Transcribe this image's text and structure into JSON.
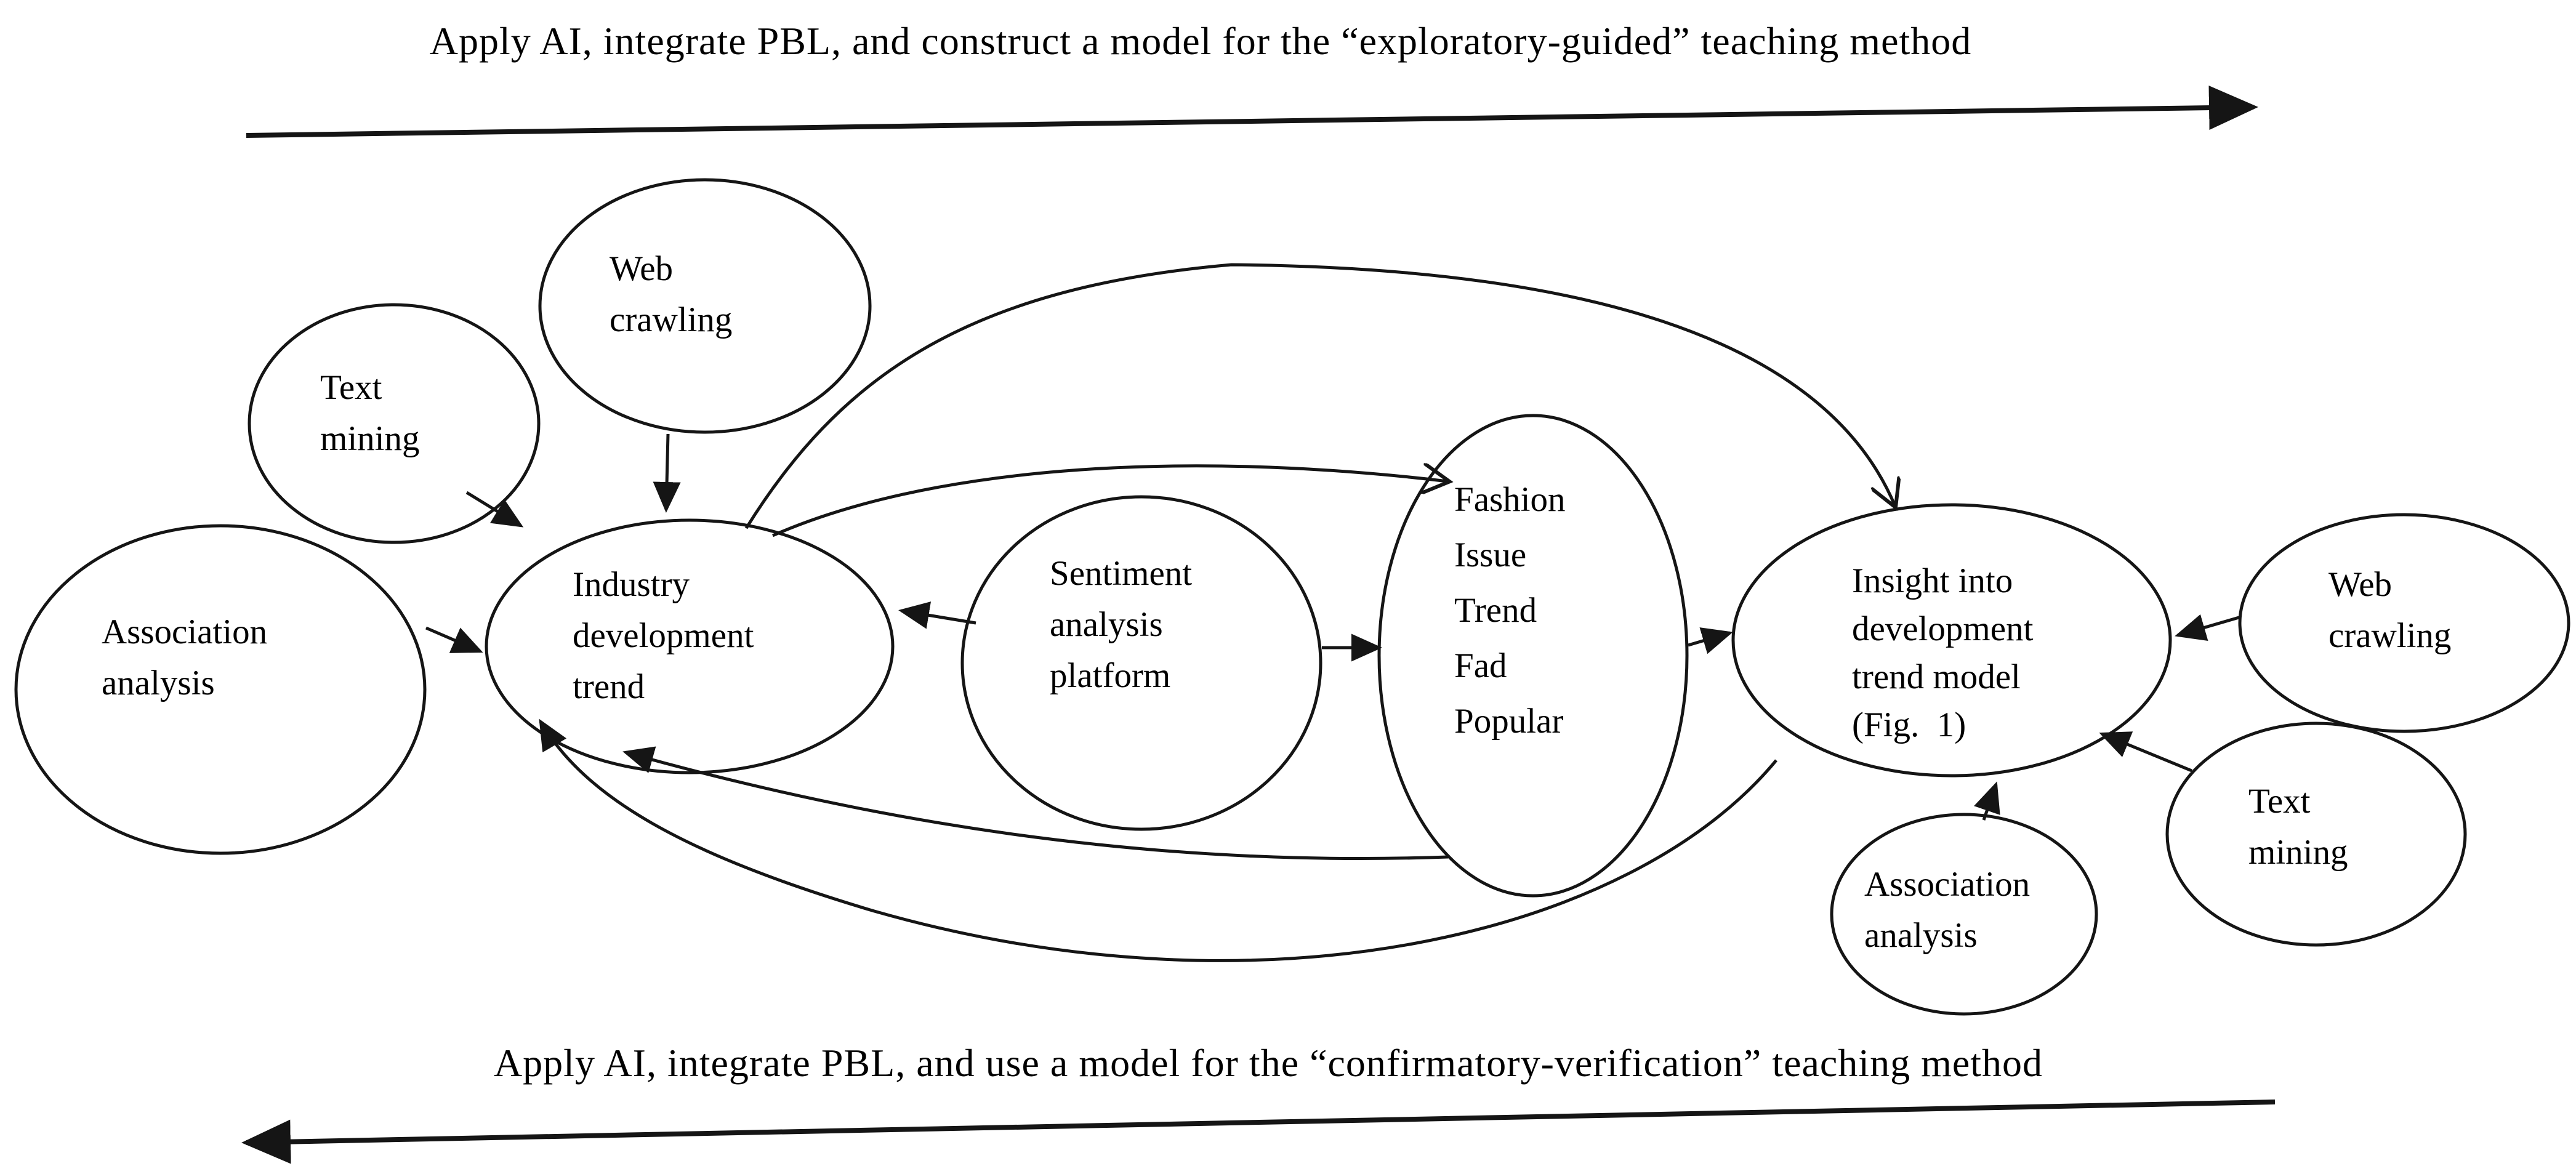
{
  "diagram": {
    "banners": {
      "top": {
        "text": "Apply AI, integrate PBL, and construct a model for the “exploratory-guided” teaching method",
        "direction": "right"
      },
      "bottom": {
        "text": "Apply AI, integrate PBL, and use a model for the “confirmatory-verification” teaching method",
        "direction": "left"
      }
    },
    "nodes": {
      "web_crawling_left": {
        "label": "Web crawling",
        "lines": [
          "Web",
          "crawling"
        ]
      },
      "text_mining_left": {
        "label": "Text mining",
        "lines": [
          "Text",
          "mining"
        ]
      },
      "association_left": {
        "label": "Association analysis",
        "lines": [
          "Association",
          "analysis"
        ]
      },
      "industry": {
        "label": "Industry development trend",
        "lines": [
          "Industry",
          "development",
          "trend"
        ]
      },
      "sentiment": {
        "label": "Sentiment analysis platform",
        "lines": [
          "Sentiment",
          "analysis",
          "platform"
        ]
      },
      "fashion": {
        "label": "Fashion Issue Trend Fad Popular",
        "lines": [
          "Fashion",
          "Issue",
          "Trend",
          "Fad",
          "Popular"
        ]
      },
      "insight": {
        "label": "Insight into development trend model (Fig. 1)",
        "lines": [
          "Insight into",
          "development",
          "trend model",
          "(Fig.  1)"
        ]
      },
      "web_crawling_right": {
        "label": "Web crawling",
        "lines": [
          "Web",
          "crawling"
        ]
      },
      "text_mining_right": {
        "label": "Text mining",
        "lines": [
          "Text",
          "mining"
        ]
      },
      "association_right": {
        "label": "Association analysis",
        "lines": [
          "Association",
          "analysis"
        ]
      }
    },
    "edges": [
      {
        "from": "web_crawling_left",
        "to": "industry"
      },
      {
        "from": "text_mining_left",
        "to": "industry"
      },
      {
        "from": "association_left",
        "to": "industry"
      },
      {
        "from": "sentiment",
        "to": "industry"
      },
      {
        "from": "sentiment",
        "to": "fashion"
      },
      {
        "from": "industry",
        "to": "fashion"
      },
      {
        "from": "industry",
        "to": "insight"
      },
      {
        "from": "fashion",
        "to": "insight"
      },
      {
        "from": "web_crawling_right",
        "to": "insight"
      },
      {
        "from": "text_mining_right",
        "to": "insight"
      },
      {
        "from": "association_right",
        "to": "insight"
      },
      {
        "from": "fashion",
        "to": "industry"
      },
      {
        "from": "insight",
        "to": "industry"
      }
    ],
    "colors": {
      "stroke": "#151515",
      "background": "#ffffff",
      "text": "#000000"
    }
  }
}
